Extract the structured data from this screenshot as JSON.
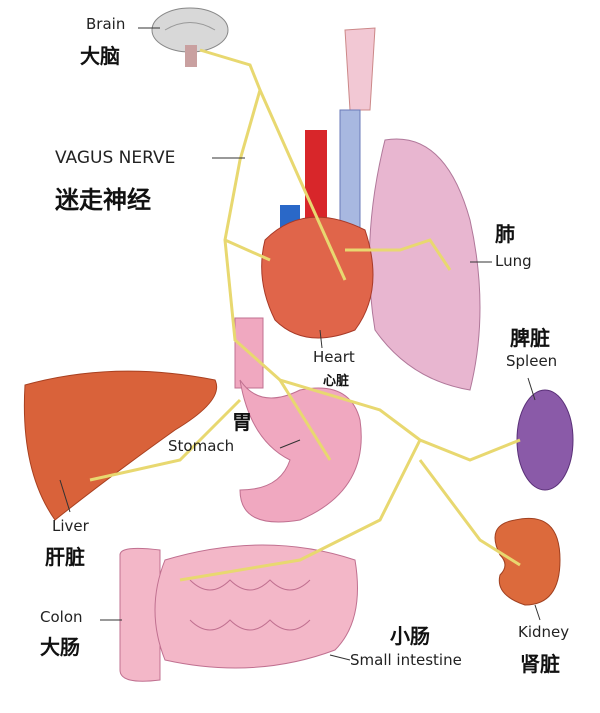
{
  "labels": {
    "brain": {
      "en": "Brain",
      "zh": "大脑"
    },
    "vagus": {
      "en": "VAGUS NERVE",
      "zh": "迷走神经"
    },
    "lung": {
      "en": "Lung",
      "zh": "肺"
    },
    "spleen": {
      "en": "Spleen",
      "zh": "脾脏"
    },
    "heart": {
      "en": "Heart",
      "zh": "心脏"
    },
    "stomach": {
      "en": "Stomach",
      "zh": "胃"
    },
    "liver": {
      "en": "Liver",
      "zh": "肝脏"
    },
    "colon": {
      "en": "Colon",
      "zh": "大肠"
    },
    "small_intestine": {
      "en": "Small intestine",
      "zh": "小肠"
    },
    "kidney": {
      "en": "Kidney",
      "zh": "肾脏"
    }
  },
  "colors": {
    "nerve": "#e8d870",
    "liver": "#d9623a",
    "lung": "#e8b6d0",
    "heart": "#e0654a",
    "stomach": "#f0a8c0",
    "intestine": "#f3b7c8",
    "spleen": "#8a5aa8",
    "kidney": "#dc6a3c",
    "artery": "#d8262a",
    "vein": "#2a68c8"
  }
}
